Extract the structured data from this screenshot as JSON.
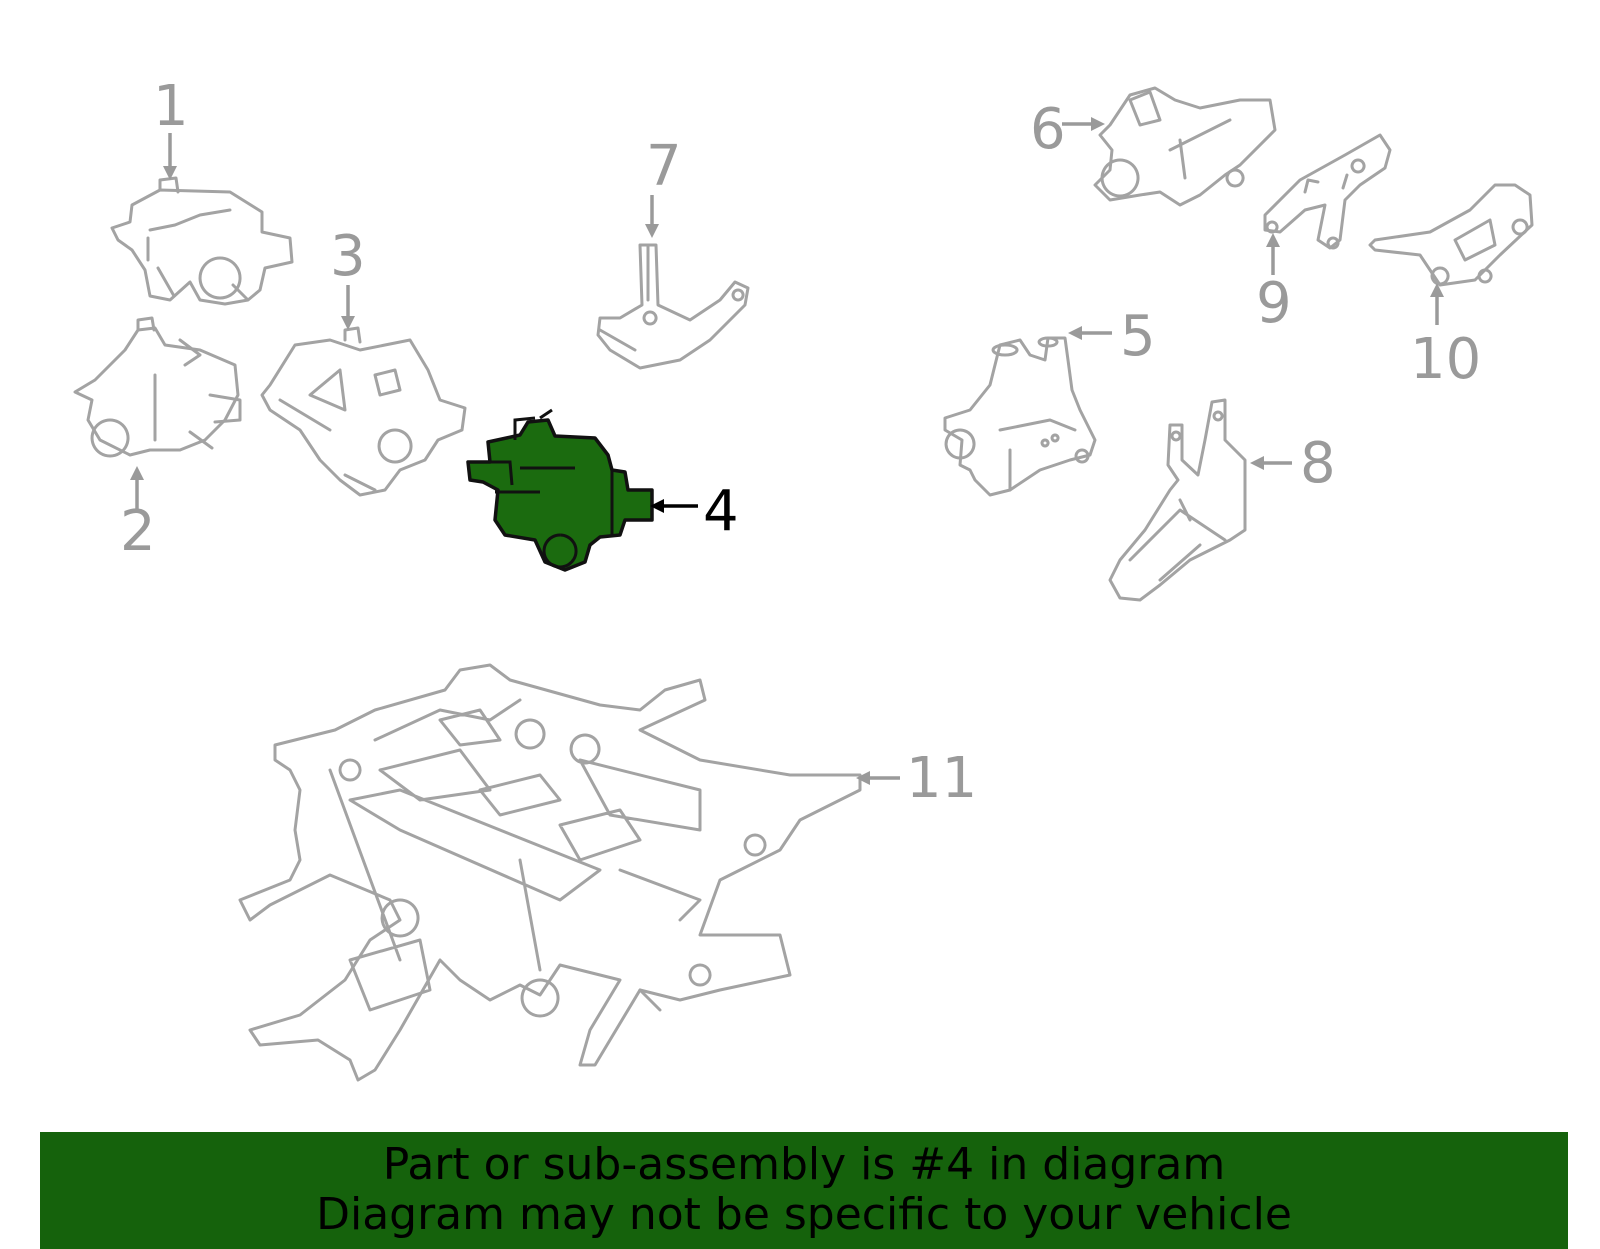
{
  "callouts": {
    "c1": "1",
    "c2": "2",
    "c3": "3",
    "c4": "4",
    "c5": "5",
    "c6": "6",
    "c7": "7",
    "c8": "8",
    "c9": "9",
    "c10": "10",
    "c11": "11"
  },
  "highlighted_part": "4",
  "colors": {
    "highlight": "#1b6b0f",
    "banner": "#15620c",
    "callout": "#9a9a9a",
    "part_stroke": "#a3a3a3"
  },
  "banner": {
    "line1": "Part or sub-assembly is #4 in diagram",
    "line2": "Diagram may not be specific to your vehicle"
  }
}
